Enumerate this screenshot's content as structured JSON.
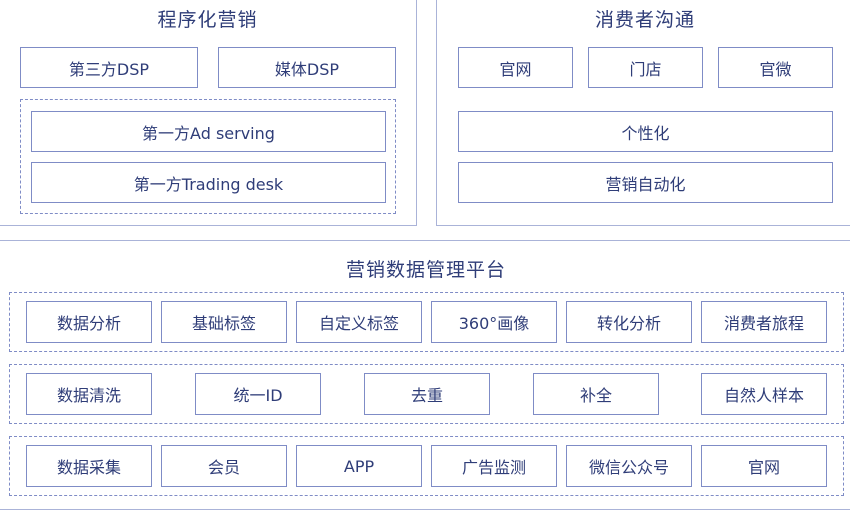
{
  "programmatic": {
    "title": "程序化营销",
    "top_boxes": [
      "第三方DSP",
      "媒体DSP"
    ],
    "inner_boxes": [
      "第一方Ad serving",
      "第一方Trading desk"
    ]
  },
  "consumer": {
    "title": "消费者沟通",
    "top_boxes": [
      "官网",
      "门店",
      "官微"
    ],
    "wide_boxes": [
      "个性化",
      "营销自动化"
    ]
  },
  "platform": {
    "title": "营销数据管理平台",
    "row1": [
      "数据分析",
      "基础标签",
      "自定义标签",
      "360°画像",
      "转化分析",
      "消费者旅程"
    ],
    "row2": [
      "数据清洗",
      "统一ID",
      "去重",
      "补全",
      "自然人样本"
    ],
    "row3": [
      "数据采集",
      "会员",
      "APP",
      "广告监测",
      "微信公众号",
      "官网"
    ]
  }
}
